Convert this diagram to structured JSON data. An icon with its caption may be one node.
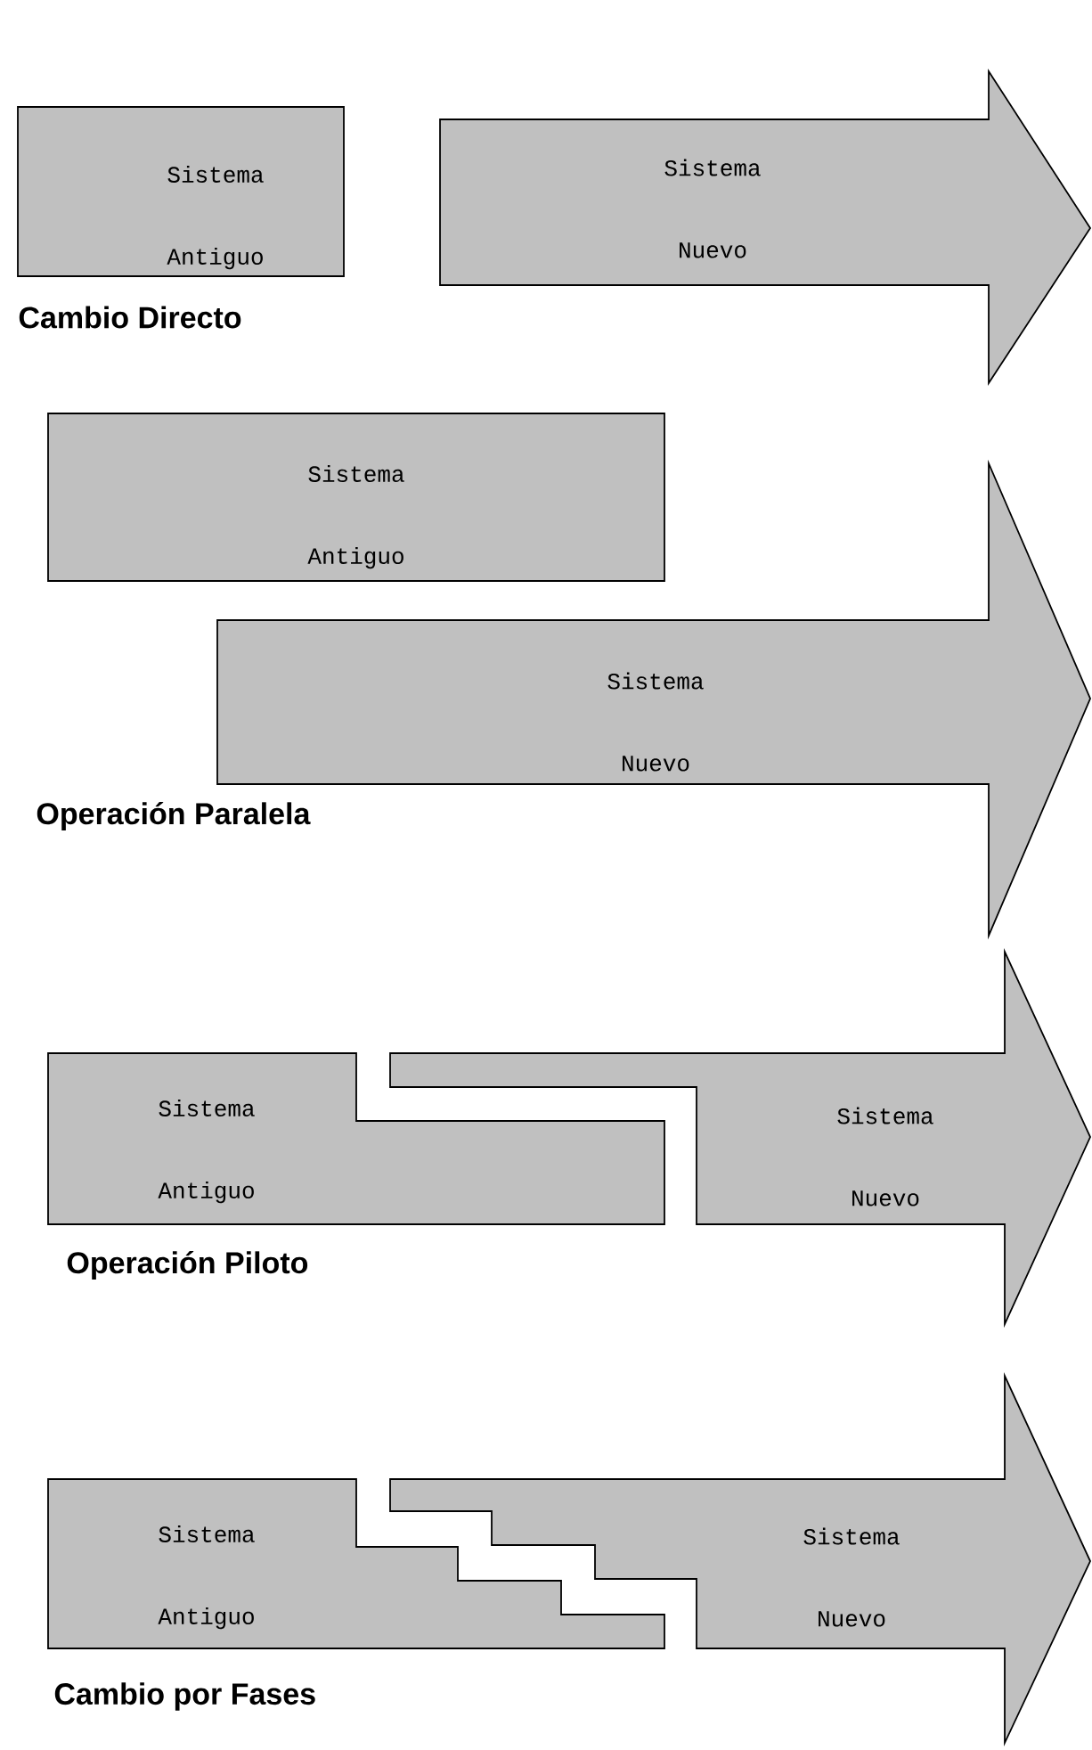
{
  "diagram": {
    "nodes": [
      {
        "text": [
          "Sistema Antiguo"
        ]
      },
      {
        "text": [
          "Sistema Nuevo"
        ]
      },
      {
        "text": [
          "Sistema Antiguo"
        ]
      },
      {
        "text": [
          "Sistema Nuevo"
        ]
      },
      {
        "text": [
          "Sistema Antiguo"
        ]
      },
      {
        "text": [
          "Sistema Nuevo"
        ]
      },
      {
        "text": [
          "Sistema Antiguo"
        ]
      },
      {
        "text": [
          "Sistema Nuevo"
        ]
      }
    ],
    "labels": [
      "Cambio Directo",
      "Operación Paralela",
      "Operación Piloto",
      "Cambio por Fases"
    ]
  }
}
